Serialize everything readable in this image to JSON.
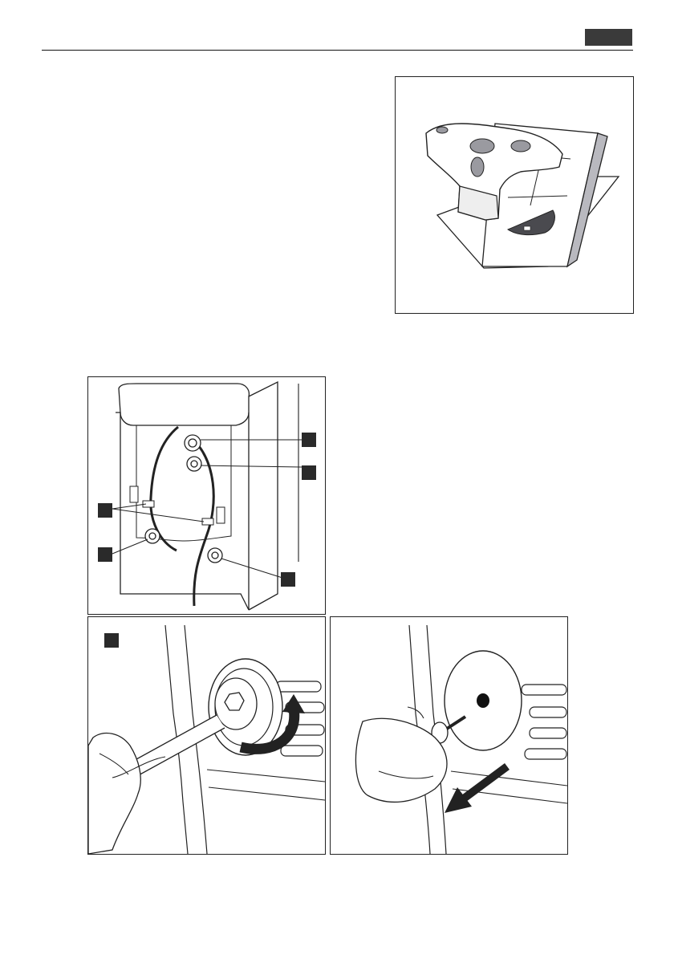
{
  "page": {
    "header_tab_color": "#3a3a3a",
    "header_rule_color": "#111111"
  },
  "figures": {
    "tool": {
      "icon": "spanner-tool-illustration"
    },
    "rear": {
      "icon": "machine-rear-illustration",
      "callouts": [
        "",
        "",
        "",
        "",
        ""
      ]
    },
    "wrench": {
      "icon": "wrench-loosen-bolt-illustration",
      "callout": ""
    },
    "remove": {
      "icon": "remove-bolt-illustration"
    }
  }
}
